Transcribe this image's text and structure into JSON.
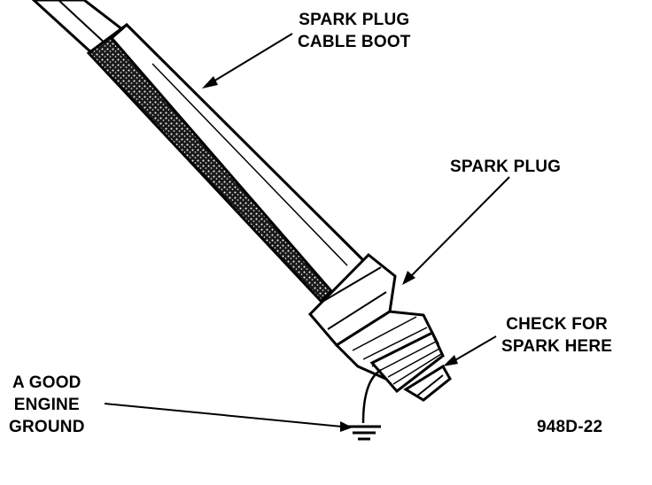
{
  "labels": {
    "cable_boot": [
      "SPARK PLUG",
      "CABLE BOOT"
    ],
    "spark_plug": "SPARK PLUG",
    "check_spark": [
      "CHECK FOR",
      "SPARK HERE"
    ],
    "ground": [
      "A GOOD",
      "ENGINE",
      "GROUND"
    ],
    "figure_id": "948D-22"
  },
  "colors": {
    "ink": "#000000",
    "paper": "#ffffff"
  }
}
